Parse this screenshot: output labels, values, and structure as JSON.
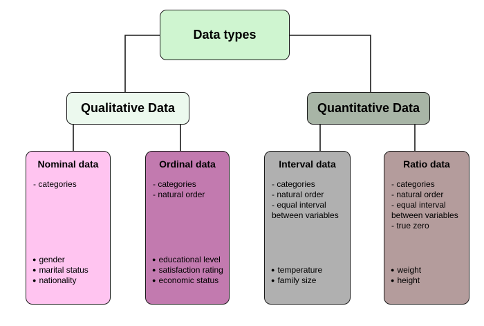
{
  "root": {
    "label": "Data types"
  },
  "groups": [
    {
      "label": "Qualitative Data",
      "children": [
        {
          "title": "Nominal data",
          "properties": [
            "- categories"
          ],
          "examples": [
            "gender",
            "marital status",
            "nationality"
          ]
        },
        {
          "title": "Ordinal data",
          "properties": [
            "- categories",
            "- natural order"
          ],
          "examples": [
            "educational level",
            "satisfaction rating",
            "economic status"
          ]
        }
      ]
    },
    {
      "label": "Quantitative Data",
      "children": [
        {
          "title": "Interval data",
          "properties": [
            "- categories",
            "- natural order",
            "- equal interval",
            "between variables"
          ],
          "examples": [
            "temperature",
            "family size"
          ]
        },
        {
          "title": "Ratio data",
          "properties": [
            "- categories",
            "- natural order",
            "- equal interval",
            "between variables",
            "- true zero"
          ],
          "examples": [
            "weight",
            "height"
          ]
        }
      ]
    }
  ],
  "colors": {
    "root_fill": "#cff5d0",
    "qualitative_fill": "#ecf9ee",
    "quantitative_fill": "#a8b5a6",
    "nominal_fill": "#ffc4f0",
    "ordinal_fill": "#c27aaf",
    "interval_fill": "#b0b0b0",
    "ratio_fill": "#b49c9c"
  }
}
